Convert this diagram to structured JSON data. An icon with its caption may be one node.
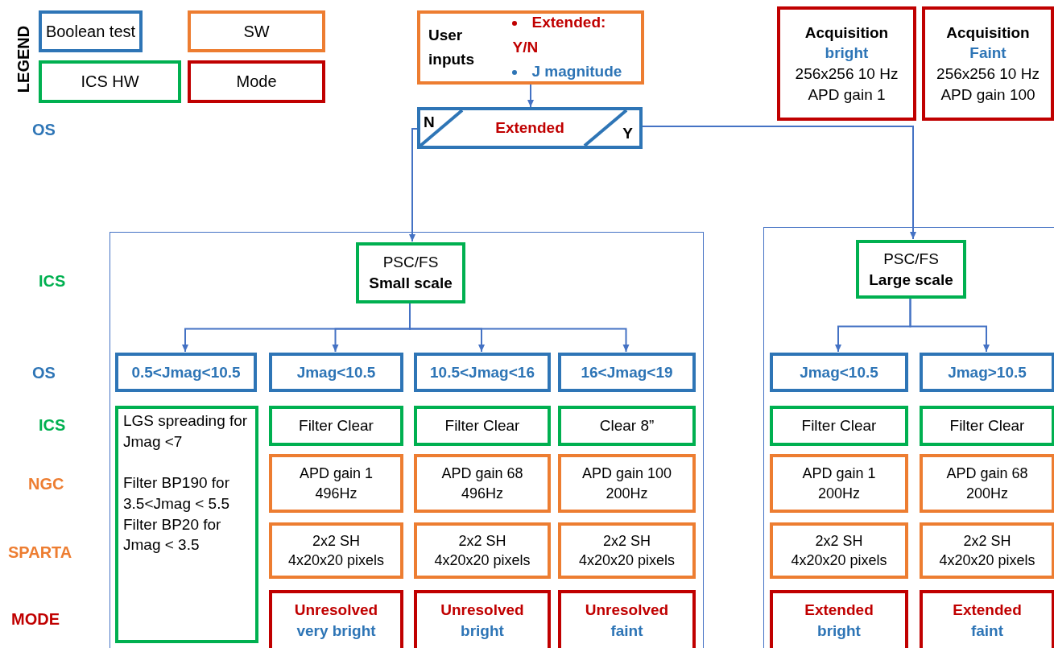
{
  "diagram": {
    "nodes": [
      {
        "text": [
          "User inputs",
          "Extended: Y/N",
          "J magnitude"
        ]
      },
      {
        "text": [
          "N",
          "Extended",
          "Y"
        ]
      },
      {
        "text": [
          "Acquisition",
          "bright",
          "256x256 10 Hz",
          "APD gain 1"
        ]
      },
      {
        "text": [
          "Acquisition",
          "Faint",
          "256x256 10 Hz",
          "APD gain 100"
        ]
      },
      {
        "text": [],
        "shape": "box"
      },
      {
        "text": [
          "PSC/FS",
          "Small scale"
        ],
        "in": 4
      },
      {
        "text": [],
        "shape": "box"
      },
      {
        "text": [
          "PSC/FS",
          "Large scale"
        ],
        "in": 6
      },
      {
        "text": [
          "0.5<Jmag<10.5"
        ],
        "in": 4
      },
      {
        "text": [
          "Jmag<10.5"
        ],
        "in": 4
      },
      {
        "text": [
          "10.5<Jmag<16"
        ],
        "in": 4
      },
      {
        "text": [
          "16<Jmag<19"
        ],
        "in": 4
      },
      {
        "text": [
          "Jmag<10.5"
        ],
        "in": 6
      },
      {
        "text": [
          "Jmag>10.5"
        ],
        "in": 6
      },
      {
        "text": [
          "LGS spreading for Jmag <7",
          "Filter BP190 for 3.5<Jmag < 5.5 Filter BP20 for Jmag < 3.5"
        ],
        "in": 4
      },
      {
        "text": [
          "Filter Clear"
        ],
        "in": 4
      },
      {
        "text": [
          "Filter Clear"
        ],
        "in": 4
      },
      {
        "text": [
          "Clear 8”"
        ],
        "in": 4
      },
      {
        "text": [
          "Filter Clear"
        ],
        "in": 6
      },
      {
        "text": [
          "Filter Clear"
        ],
        "in": 6
      },
      {
        "text": [
          "APD gain 1 496Hz"
        ],
        "in": 4
      },
      {
        "text": [
          "APD gain 68 496Hz"
        ],
        "in": 4
      },
      {
        "text": [
          "APD gain 100 200Hz"
        ],
        "in": 4
      },
      {
        "text": [
          "APD gain 1 200Hz"
        ],
        "in": 6
      },
      {
        "text": [
          "APD gain 68 200Hz"
        ],
        "in": 6
      },
      {
        "text": [
          "2x2 SH 4x20x20 pixels"
        ],
        "in": 4
      },
      {
        "text": [
          "2x2 SH 4x20x20 pixels"
        ],
        "in": 4
      },
      {
        "text": [
          "2x2 SH 4x20x20 pixels"
        ],
        "in": 4
      },
      {
        "text": [
          "2x2 SH 4x20x20 pixels"
        ],
        "in": 6
      },
      {
        "text": [
          "2x2 SH 4x20x20 pixels"
        ],
        "in": 6
      },
      {
        "text": [
          "Unresolved",
          "very bright"
        ],
        "in": 4
      },
      {
        "text": [
          "Unresolved",
          "bright"
        ],
        "in": 4
      },
      {
        "text": [
          "Unresolved",
          "faint"
        ],
        "in": 4
      },
      {
        "text": [
          "Extended",
          "bright"
        ],
        "in": 6
      },
      {
        "text": [
          "Extended",
          "faint"
        ],
        "in": 6
      }
    ],
    "edges": [
      {
        "from": 0,
        "to": 1,
        "arrow": "to"
      },
      {
        "from": 1,
        "to": 5,
        "arrow": "to"
      },
      {
        "from": 1,
        "to": 7,
        "arrow": "to"
      },
      {
        "from": 5,
        "to": 8,
        "arrow": "to"
      },
      {
        "from": 5,
        "to": 9,
        "arrow": "to"
      },
      {
        "from": 5,
        "to": 10,
        "arrow": "to"
      },
      {
        "from": 5,
        "to": 11,
        "arrow": "to"
      },
      {
        "from": 7,
        "to": 12,
        "arrow": "to"
      },
      {
        "from": 7,
        "to": 13,
        "arrow": "to"
      }
    ],
    "labels": [
      "LEGEND",
      "OS",
      "ICS",
      "OS",
      "ICS",
      "NGC",
      "SPARTA",
      "MODE"
    ],
    "legend": [
      {
        "text": "Boolean test",
        "color": "#2e75b6"
      },
      {
        "text": "SW",
        "color": "#ed7d31"
      },
      {
        "text": "ICS HW",
        "color": "#00b050"
      },
      {
        "text": "Mode",
        "color": "#c00000"
      }
    ]
  }
}
